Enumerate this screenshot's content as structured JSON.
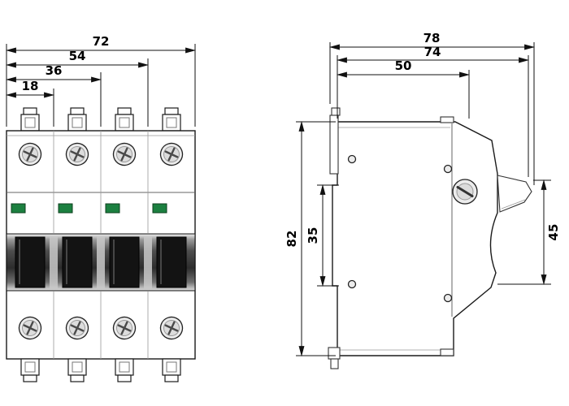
{
  "front_view": {
    "indicator_color": "#1c8040",
    "dims": {
      "total_width": "72",
      "three_module": "54",
      "two_module": "36",
      "one_module": "18"
    }
  },
  "side_view": {
    "dims": {
      "total_depth": "78",
      "depth_secondary": "74",
      "depth_upper": "50",
      "height": "82",
      "rail_recess": "35",
      "front_section": "45"
    }
  },
  "colors": {
    "line": "#1a1a1a",
    "indicator_green": "#1c8040"
  }
}
